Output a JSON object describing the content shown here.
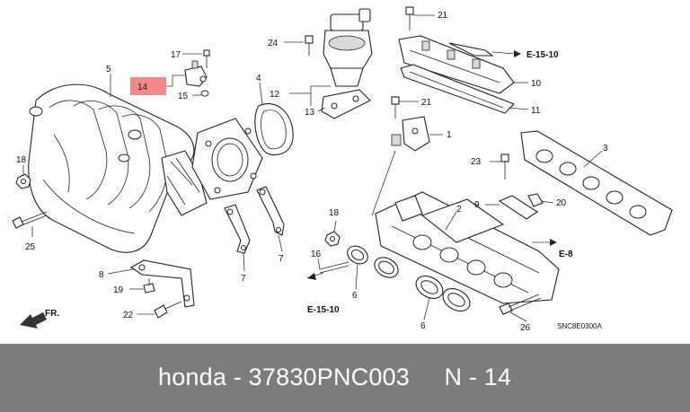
{
  "diagram": {
    "diagram_code": "SNC8E0300A",
    "highlight_color": "#f08a8a",
    "callouts": [
      {
        "id": "c1",
        "label": "1"
      },
      {
        "id": "c2",
        "label": "2"
      },
      {
        "id": "c3",
        "label": "3"
      },
      {
        "id": "c4",
        "label": "4"
      },
      {
        "id": "c5",
        "label": "5"
      },
      {
        "id": "c6a",
        "label": "6"
      },
      {
        "id": "c6b",
        "label": "6"
      },
      {
        "id": "c7a",
        "label": "7"
      },
      {
        "id": "c7b",
        "label": "7"
      },
      {
        "id": "c8",
        "label": "8"
      },
      {
        "id": "c9",
        "label": "9"
      },
      {
        "id": "c10",
        "label": "10"
      },
      {
        "id": "c11",
        "label": "11"
      },
      {
        "id": "c12",
        "label": "12"
      },
      {
        "id": "c13",
        "label": "13"
      },
      {
        "id": "c14",
        "label": "14",
        "highlighted": true
      },
      {
        "id": "c15",
        "label": "15"
      },
      {
        "id": "c16",
        "label": "16"
      },
      {
        "id": "c17",
        "label": "17"
      },
      {
        "id": "c18a",
        "label": "18"
      },
      {
        "id": "c18b",
        "label": "18"
      },
      {
        "id": "c19",
        "label": "19"
      },
      {
        "id": "c20",
        "label": "20"
      },
      {
        "id": "c21a",
        "label": "21"
      },
      {
        "id": "c21b",
        "label": "21"
      },
      {
        "id": "c22",
        "label": "22"
      },
      {
        "id": "c23",
        "label": "23"
      },
      {
        "id": "c24",
        "label": "24"
      },
      {
        "id": "c25",
        "label": "25"
      },
      {
        "id": "c26",
        "label": "26"
      }
    ],
    "references": [
      {
        "id": "r1",
        "label": "E-15-10"
      },
      {
        "id": "r2",
        "label": "E-8"
      },
      {
        "id": "r3",
        "label": "E-15-10"
      }
    ],
    "front_marker": "FR."
  },
  "caption": {
    "text": "honda - 37830PNC003     N - 14"
  }
}
